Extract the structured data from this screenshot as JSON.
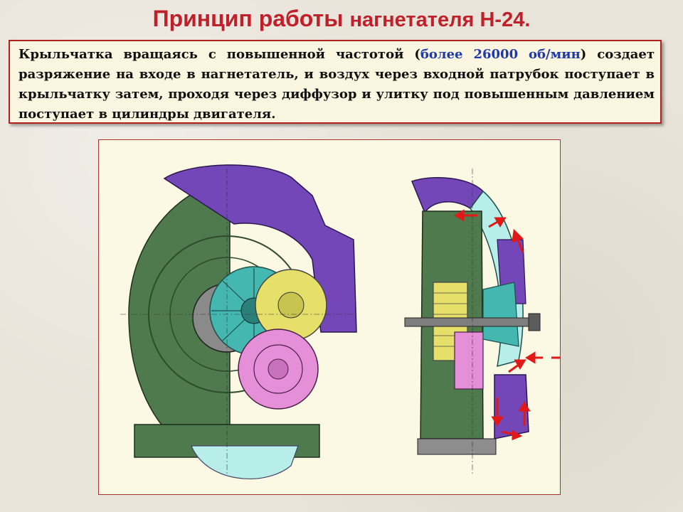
{
  "title": {
    "part1": "Принцип работы ",
    "part2": "нагнетателя  Н-24."
  },
  "description": {
    "text_before": "Крыльчатка вращаясь с повышенной частотой (",
    "highlight": "более 26000 об/мин",
    "text_after": ") создает разряжение на входе в нагнетатель, и воздух через входной патрубок поступает в крыльчатку затем, проходя через диффузор и улитку под повышенным давлением поступает в цилиндры двигателя."
  },
  "colors": {
    "title": "#c0202a",
    "highlight": "#1f3aa8",
    "housing_green": "#4f7a4d",
    "volute_purple": "#7447b8",
    "impeller_cyan": "#44b8b0",
    "gear_yellow": "#e6e06a",
    "gear_pink": "#e58fd8",
    "airflow_arrow": "#e01818",
    "light_cyan": "#b8eeea"
  }
}
